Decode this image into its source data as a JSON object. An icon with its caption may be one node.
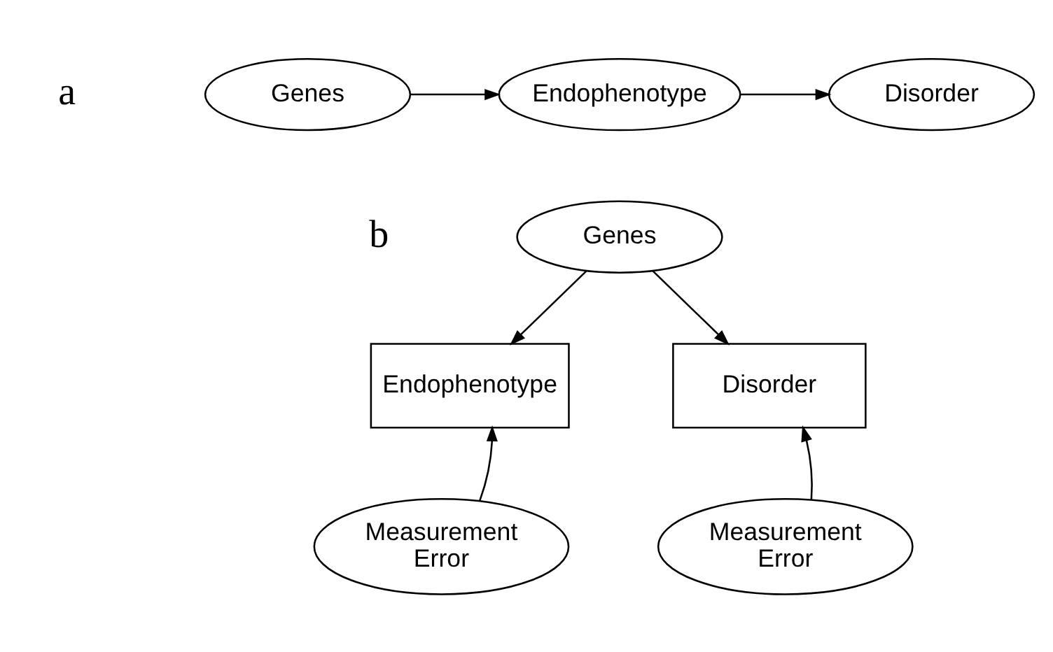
{
  "diagram": {
    "nodes": [
      {
        "text": [
          "Genes"
        ]
      },
      {
        "text": [
          "Endophenotype"
        ]
      },
      {
        "text": [
          "Disorder"
        ]
      },
      {
        "text": [
          "Genes"
        ]
      },
      {
        "text": [
          "Endophenotype"
        ]
      },
      {
        "text": [
          "Disorder"
        ]
      },
      {
        "text": [
          "Measurement Error"
        ]
      },
      {
        "text": [
          "Measurement Error"
        ]
      }
    ],
    "edges": [
      {
        "from": 0,
        "to": 1,
        "arrow": "to"
      },
      {
        "from": 1,
        "to": 2,
        "arrow": "to"
      },
      {
        "from": 3,
        "to": 4,
        "arrow": "to"
      },
      {
        "from": 3,
        "to": 5,
        "arrow": "to"
      },
      {
        "from": 6,
        "to": 4,
        "arrow": "to"
      },
      {
        "from": 7,
        "to": 5,
        "arrow": "to"
      }
    ],
    "labels": [
      "a",
      "b"
    ]
  }
}
